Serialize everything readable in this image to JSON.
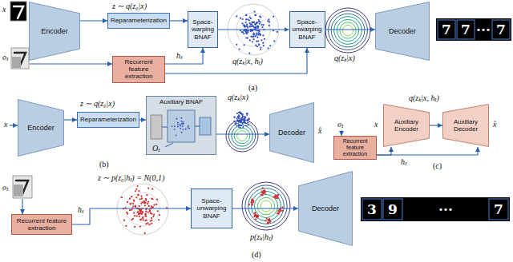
{
  "diagram": {
    "nodes": [
      {
        "text": [
          "Encoder"
        ]
      },
      {
        "text": [
          "Reparameterization"
        ]
      },
      {
        "text": [
          "Space-warping BNAF"
        ]
      },
      {
        "text": [
          "Space-unwarping BNAF"
        ]
      },
      {
        "text": [
          "Decoder"
        ]
      },
      {
        "text": [
          "Recurrent feature extraction"
        ]
      },
      {
        "text": [
          "Encoder"
        ]
      },
      {
        "text": [
          "Reparameterization"
        ]
      },
      {
        "text": [
          "Auxiliary BNAF"
        ]
      },
      {
        "text": [
          "Decoder"
        ]
      },
      {
        "text": [
          "Recurrent feature extraction"
        ]
      },
      {
        "text": [
          "Auxiliary Encoder"
        ]
      },
      {
        "text": [
          "Auxiliary Decoder"
        ]
      },
      {
        "text": [
          "Recurrent feature extraction"
        ]
      },
      {
        "text": [
          "Space-unwarping BNAF"
        ]
      },
      {
        "text": [
          "Decoder"
        ]
      }
    ],
    "edges": [
      {
        "from": 0,
        "to": 1,
        "arrow": "to"
      },
      {
        "from": 1,
        "to": 2,
        "arrow": "to"
      },
      {
        "from": 2,
        "to": 3,
        "arrow": "to"
      },
      {
        "from": 3,
        "to": 4,
        "arrow": "to"
      },
      {
        "from": 5,
        "to": 2,
        "arrow": "to"
      },
      {
        "from": 5,
        "to": 3,
        "arrow": "to"
      },
      {
        "from": 6,
        "to": 7,
        "arrow": "to"
      },
      {
        "from": 7,
        "to": 8,
        "arrow": "to"
      },
      {
        "from": 8,
        "to": 9,
        "arrow": "to"
      },
      {
        "from": 10,
        "to": 11,
        "arrow": "to"
      },
      {
        "from": 10,
        "to": 12,
        "arrow": "to"
      },
      {
        "from": 11,
        "to": 12,
        "arrow": "to"
      },
      {
        "from": 13,
        "to": 14,
        "arrow": "to"
      },
      {
        "from": 14,
        "to": 15,
        "arrow": "to"
      }
    ],
    "labels": [
      "x",
      "oₜ",
      "z ∼ q(z₀|x)",
      "hₜ",
      "q(zₖ|x, hₜ)",
      "q(zₖ|x)",
      "7",
      "7",
      "···",
      "7",
      "(a)",
      "x",
      "z ∼ q(z₀|x)",
      "Oₜ",
      "q(zₖ|x)",
      "x̂",
      "(b)",
      "oₜ",
      "x",
      "hₜ",
      "q(zₖ|x, hₜ)",
      "x̂",
      "(c)",
      "oₜ",
      "hₜ",
      "z ∼ p(z₀|hₜ) = N(0,1)",
      "p(zₖ|hₜ)",
      "3",
      "9",
      "···",
      "7",
      "(d)"
    ]
  }
}
